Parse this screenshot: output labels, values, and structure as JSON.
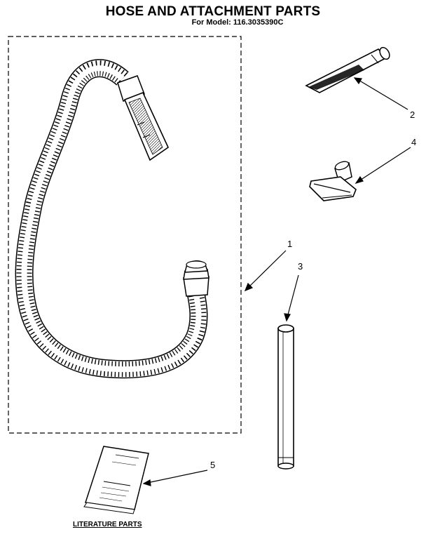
{
  "header": {
    "title": "HOSE AND ATTACHMENT PARTS",
    "model": "For Model: 116.3035390C"
  },
  "callouts": [
    {
      "id": "1",
      "label": "1"
    },
    {
      "id": "2",
      "label": "2"
    },
    {
      "id": "3",
      "label": "3"
    },
    {
      "id": "4",
      "label": "4"
    },
    {
      "id": "5",
      "label": "5"
    }
  ],
  "footer": {
    "literature": "LITERATURE PARTS"
  }
}
